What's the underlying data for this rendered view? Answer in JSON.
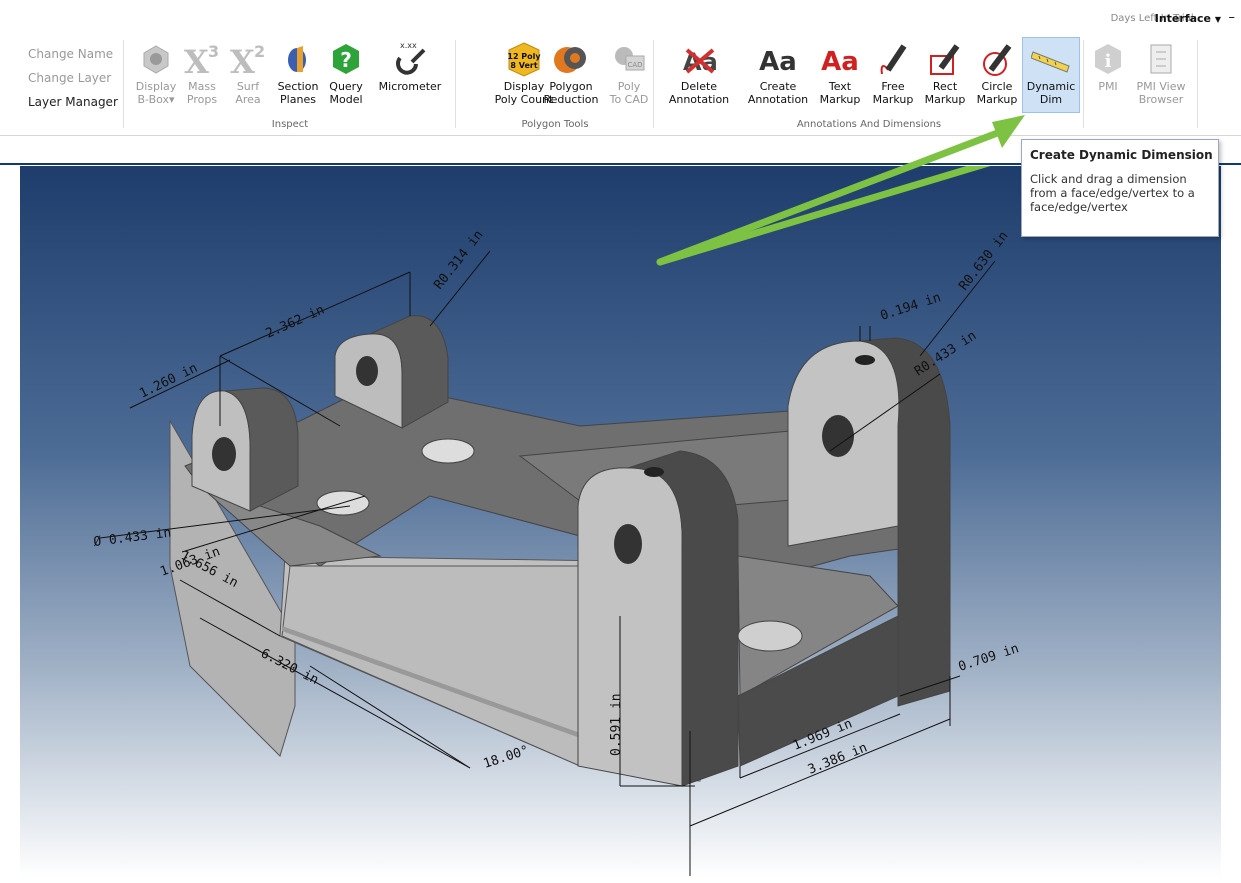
{
  "topbar": {
    "trial_text": "Days Left In Trial:",
    "interface_label": "Interface",
    "minimize": "–"
  },
  "layers": {
    "change_name": "Change Name",
    "change_layer": "Change Layer",
    "layer_manager": "Layer Manager"
  },
  "groups": {
    "inspect": "Inspect",
    "polygon_tools": "Polygon Tools",
    "annotations": "Annotations And Dimensions"
  },
  "tools": {
    "display_bbox": [
      "Display",
      "B-Box▾"
    ],
    "mass_props": [
      "Mass",
      "Props"
    ],
    "surf_area": [
      "Surf",
      "Area"
    ],
    "section_planes": [
      "Section",
      "Planes"
    ],
    "query_model": [
      "Query",
      "Model"
    ],
    "micrometer": [
      "Micrometer"
    ],
    "micrometer_icon_text": "x.xx",
    "display_poly": [
      "Display",
      "Poly Count"
    ],
    "poly_icon_text": [
      "12 Poly",
      "8 Vert"
    ],
    "polygon_reduction": [
      "Polygon",
      "Reduction"
    ],
    "poly_to_cad": [
      "Poly",
      "To CAD"
    ],
    "cad_icon_text": "CAD",
    "delete_annotation": [
      "Delete",
      "Annotation"
    ],
    "create_annotation": [
      "Create",
      "Annotation"
    ],
    "text_markup": [
      "Text",
      "Markup"
    ],
    "aa_icon_text": "Aa",
    "free_markup": [
      "Free",
      "Markup"
    ],
    "rect_markup": [
      "Rect",
      "Markup"
    ],
    "circle_markup": [
      "Circle",
      "Markup"
    ],
    "dynamic_dim": [
      "Dynamic",
      "Dim"
    ],
    "pmi": [
      "PMI"
    ],
    "pmi_view_browser": [
      "PMI View",
      "Browser"
    ]
  },
  "tooltip": {
    "title": "Create Dynamic Dimension",
    "body": "Click and drag a dimension from a face/edge/vertex to a face/edge/vertex"
  },
  "dimensions": {
    "d1": "2.362 in",
    "d2": "R0.314 in",
    "d3": "1.260 in",
    "d4": "0.194 in",
    "d5": "R0.630 in",
    "d6": "R0.433 in",
    "d7": "Ø 0.433 in",
    "d8": "1.656 in",
    "d9": "1.063 in",
    "d10": "6.320 in",
    "d11": "0.591 in",
    "d12": "18.00°",
    "d13": "1.969 in",
    "d14": "3.386 in",
    "d15": "0.709 in"
  },
  "colors": {
    "accent_highlight": "#cfe2f5",
    "arrow": "#7dc242",
    "viewport_top": "#1f3d6c",
    "viewport_bottom": "#ffffff"
  }
}
